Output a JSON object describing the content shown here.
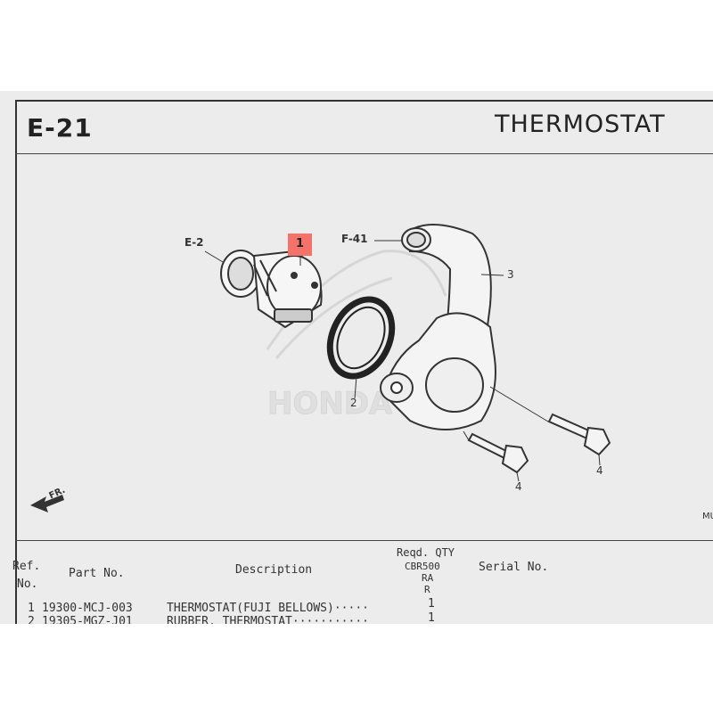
{
  "section": {
    "code": "E-21",
    "title": "THERMOSTAT"
  },
  "diagram": {
    "callouts": {
      "ref_e2": "E-2",
      "ref_f41": "F-41",
      "part1": "1",
      "part2": "2",
      "part3": "3",
      "part4a": "4",
      "part4b": "4",
      "front": "FR.",
      "edge_code": "MU"
    },
    "watermark": "HONDA"
  },
  "table": {
    "headers": {
      "ref_line1": "Ref.",
      "ref_line2": "No.",
      "part_no": "Part No.",
      "description": "Description",
      "reqd_qty": "Reqd. QTY",
      "model_line1": "CBR500",
      "model_line2": "RA",
      "model_line3": "R",
      "serial_no": "Serial No."
    },
    "rows": [
      {
        "ref": "1",
        "part_no": "19300-MCJ-003",
        "description": "THERMOSTAT(FUJI BELLOWS)·····",
        "qty": "1"
      },
      {
        "ref": "2",
        "part_no": "19305-MGZ-J01",
        "description": "RUBBER, THERMOSTAT···········",
        "qty": "1"
      }
    ]
  },
  "colors": {
    "highlight": "#f4726a",
    "paper": "#ececec",
    "ink": "#333333"
  }
}
